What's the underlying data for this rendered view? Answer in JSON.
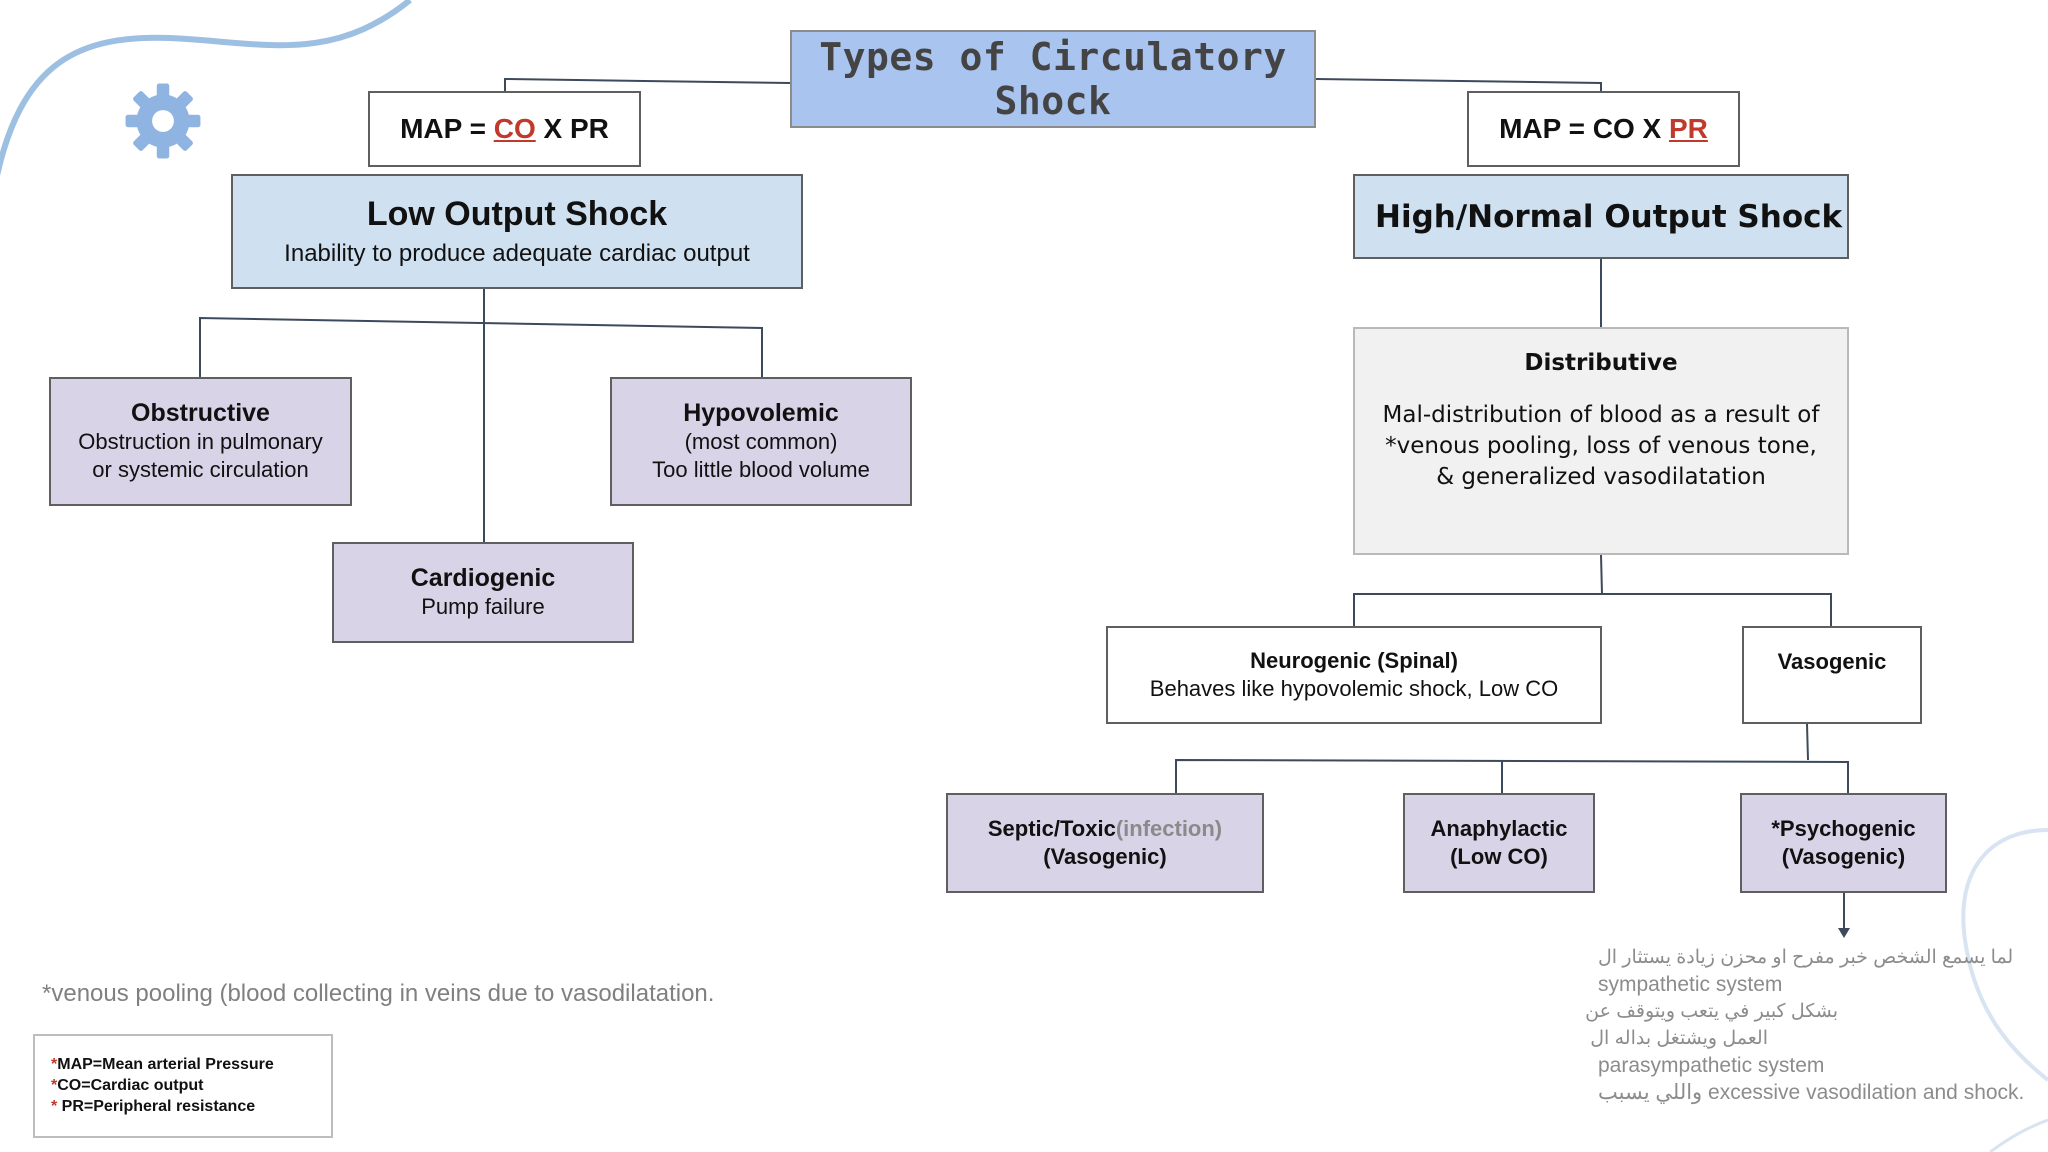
{
  "title": "Types of Circulatory Shock",
  "map_left": {
    "prefix": "MAP = ",
    "highlight": "CO",
    "suffix": " X PR"
  },
  "map_right": {
    "prefix": "MAP = CO X ",
    "highlight": "PR"
  },
  "low_output": {
    "title": "Low Output Shock",
    "subtitle": "Inability to produce adequate cardiac output"
  },
  "high_output": {
    "title": "High/Normal Output Shock"
  },
  "obstructive": {
    "title": "Obstructive",
    "line1": "Obstruction in pulmonary",
    "line2": "or systemic circulation"
  },
  "hypovolemic": {
    "title": "Hypovolemic",
    "line1": "(most common)",
    "line2": "Too little blood volume"
  },
  "cardiogenic": {
    "title": "Cardiogenic",
    "line1": "Pump failure"
  },
  "distributive": {
    "title": "Distributive",
    "line1": "Mal-distribution of blood as a result of",
    "line2": "*venous pooling, loss of venous tone,",
    "line3": "& generalized vasodilatation"
  },
  "neurogenic": {
    "title": "Neurogenic (Spinal)",
    "line1": "Behaves like hypovolemic shock, Low CO"
  },
  "vasogenic": {
    "title": "Vasogenic"
  },
  "septic": {
    "title": "Septic/Toxic",
    "note": "(infection)",
    "line2": "(Vasogenic)"
  },
  "anaphylactic": {
    "title": "Anaphylactic",
    "line2": "(Low CO)"
  },
  "psychogenic": {
    "title": "*Psychogenic",
    "line2": "(Vasogenic)"
  },
  "footnote": "*venous pooling (blood collecting in veins due to vasodilatation.",
  "legend": {
    "items": [
      {
        "star": "*",
        "text": "MAP=Mean arterial Pressure"
      },
      {
        "star": "*",
        "text": "CO=Cardiac output"
      },
      {
        "star": "* ",
        "text": "PR=Peripheral resistance"
      }
    ]
  },
  "psychogenic_note": {
    "line1": "لما يسمع الشخص خبر مفرح او محزن زيادة يستثار ال",
    "line2": "sympathetic system",
    "line3": "بشكل كبير في يتعب ويتوقف عن",
    "line4": "العمل ويشتغل بداله ال",
    "line5": "parasympathetic system",
    "line6": "واللي يسبب excessive vasodilation and shock."
  },
  "colors": {
    "title_fill": "#a9c4ee",
    "blue_fill": "#cfe1f1",
    "purple_fill": "#d9d3e8",
    "grey_fill": "#f1f1f1",
    "highlight_red": "#c0392b",
    "decor_blue": "#9dbfe2"
  },
  "icons": {
    "top_left": "gear-icon"
  }
}
